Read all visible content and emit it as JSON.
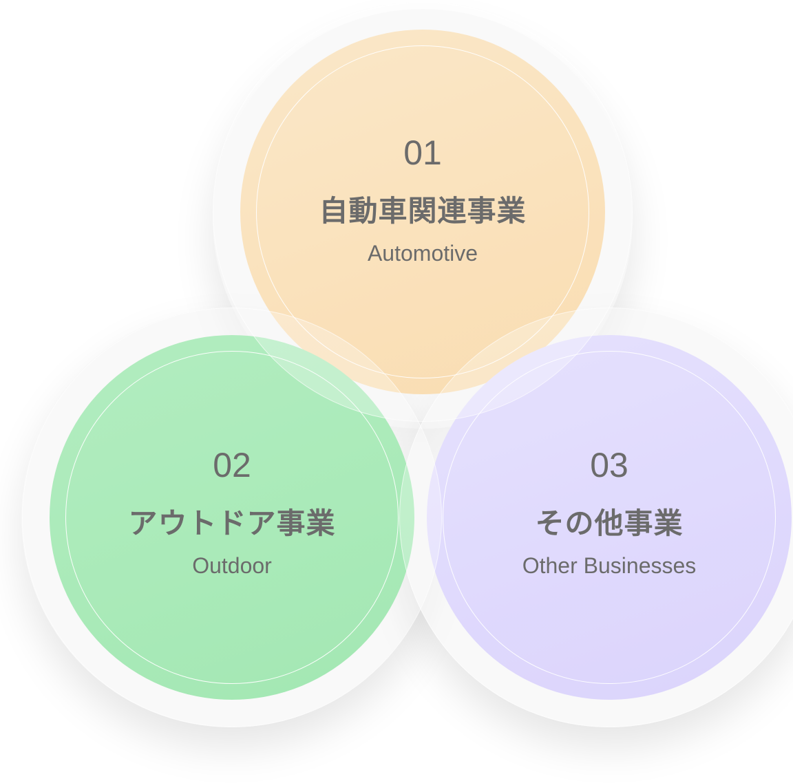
{
  "segments": [
    {
      "number": "01",
      "title_ja": "自動車関連事業",
      "title_en": "Automotive",
      "color": "#f8d49c"
    },
    {
      "number": "02",
      "title_ja": "アウトドア事業",
      "title_en": "Outdoor",
      "color": "#88e29e"
    },
    {
      "number": "03",
      "title_ja": "その他事業",
      "title_en": "Other Businesses",
      "color": "#d3cbfc"
    }
  ]
}
